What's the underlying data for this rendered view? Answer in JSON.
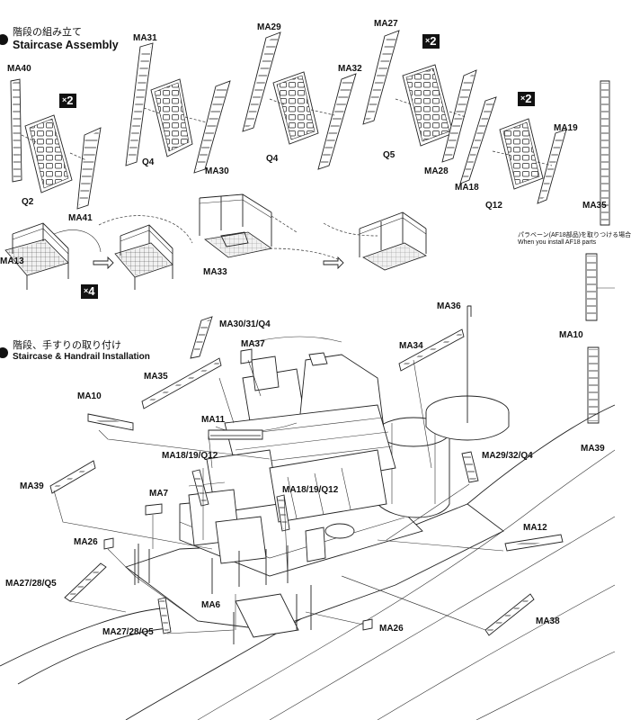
{
  "sections": {
    "staircase_assembly": {
      "title_jp": "階段の組み立て",
      "title_en": "Staircase Assembly"
    },
    "staircase_installation": {
      "title_jp": "階段、手すりの取り付け",
      "title_en": "Staircase & Handrail Installation"
    }
  },
  "multipliers": {
    "x2": "2",
    "x4": "4",
    "x_symbol": "×"
  },
  "note": {
    "jp": "パラベーン(AF18部品)を取りつける場合",
    "en": "When you install AF18 parts"
  },
  "parts": {
    "MA40": "MA40",
    "MA31": "MA31",
    "MA29": "MA29",
    "MA27": "MA27",
    "MA32": "MA32",
    "Q2": "Q2",
    "Q4a": "Q4",
    "MA30": "MA30",
    "Q4b": "Q4",
    "Q5": "Q5",
    "MA28": "MA28",
    "MA18": "MA18",
    "Q12": "Q12",
    "MA19": "MA19",
    "MA35_top": "MA35",
    "MA41": "MA41",
    "MA13": "MA13",
    "MA33": "MA33",
    "MA10_right": "MA10",
    "MA39_right": "MA39",
    "MA36": "MA36",
    "MA30_31_Q4": "MA30/31/Q4",
    "MA37": "MA37",
    "MA34": "MA34",
    "MA35_bottom": "MA35",
    "MA10_left": "MA10",
    "MA11": "MA11",
    "MA18_19_Q12_a": "MA18/19/Q12",
    "MA29_32_Q4": "MA29/32/Q4",
    "MA39_left": "MA39",
    "MA7": "MA7",
    "MA18_19_Q12_b": "MA18/19/Q12",
    "MA26_left": "MA26",
    "MA12": "MA12",
    "MA27_28_Q5_a": "MA27/28/Q5",
    "MA6": "MA6",
    "MA26_right": "MA26",
    "MA38": "MA38",
    "MA27_28_Q5_b": "MA27/28/Q5"
  }
}
